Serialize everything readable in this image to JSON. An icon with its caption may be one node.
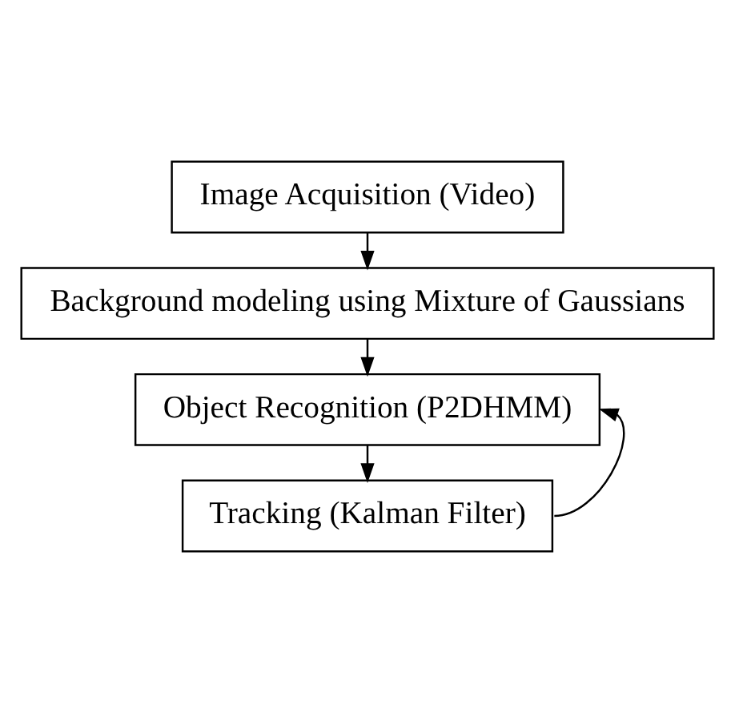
{
  "diagram": {
    "nodes": [
      {
        "text": [
          "Image Acquisition (Video)"
        ]
      },
      {
        "text": [
          "Background modeling using Mixture of Gaussians"
        ]
      },
      {
        "text": [
          "Object Recognition (P2DHMM)"
        ]
      },
      {
        "text": [
          "Tracking (Kalman Filter)"
        ]
      }
    ],
    "edges": [
      {
        "from": 0,
        "to": 1,
        "arrow": "to"
      },
      {
        "from": 1,
        "to": 2,
        "arrow": "to"
      },
      {
        "from": 2,
        "to": 3,
        "arrow": "to"
      },
      {
        "from": 3,
        "to": 2,
        "arrow": "to"
      }
    ]
  }
}
